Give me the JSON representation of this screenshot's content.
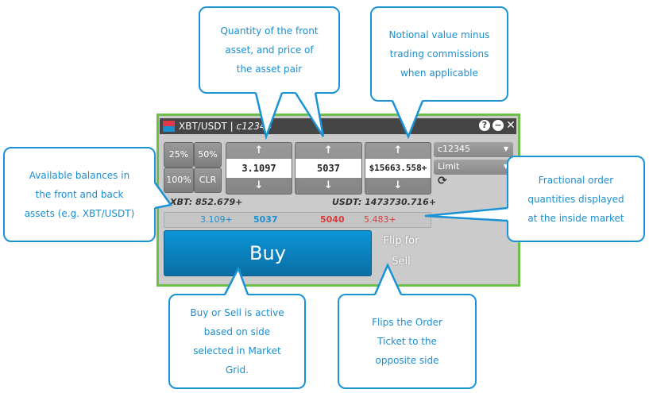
{
  "widget": {
    "title": "XBT/USDT",
    "account": "c12345",
    "icons": [
      "help-icon",
      "minimize-icon",
      "close-icon"
    ],
    "percent_buttons": [
      "25%",
      "50%",
      "100%",
      "CLR"
    ],
    "quantity": "3.1097",
    "price": "5037",
    "notional": "$15663.558+",
    "account_select": "c12345",
    "order_type": "Limit",
    "balances": {
      "front": "XBT: 852.679+",
      "back": "USDT: 1473730.716+"
    },
    "inside_market": {
      "bid_qty": "3.109+",
      "bid_price": "5037",
      "ask_price": "5040",
      "ask_qty": "5.483+"
    },
    "buy_label": "Buy",
    "flip_label": "Flip for Sell"
  },
  "colors": {
    "border": "#6cc04a",
    "buy": "#0b8fd0",
    "bid": "#1a8fd0",
    "ask": "#d83a3a",
    "callout": "#1a93d5"
  },
  "callouts": {
    "qty_price": "Quantity of the front\nasset, and price of\nthe asset pair",
    "notional": "Notional value minus\ntrading commissions\nwhen applicable",
    "balances": "Available balances in\nthe front and back\nassets (e.g. XBT/USDT)",
    "fractional": "Fractional order\nquantities displayed\nat the inside market",
    "buy_sell": "Buy or Sell is active\nbased on side\nselected in Market\nGrid.",
    "flip": "Flips the Order\nTicket to the\nopposite side"
  }
}
